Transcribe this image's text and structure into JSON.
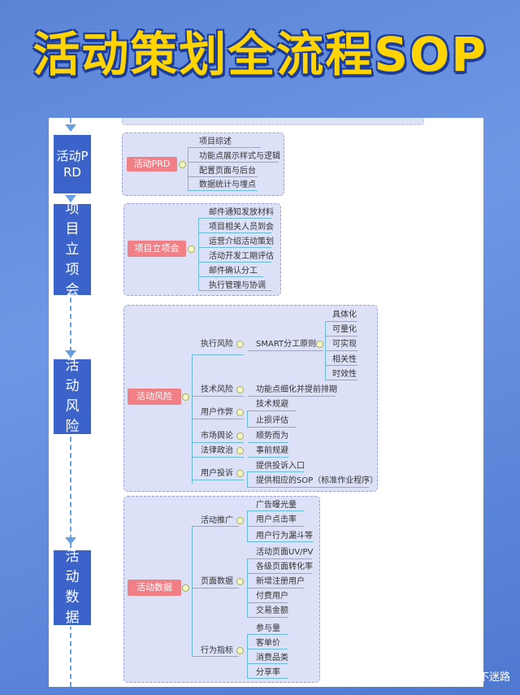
{
  "title": "活动策划全流程SOP",
  "watermark": "头条 @小路不迷路",
  "stages": [
    {
      "label": "活动PRD"
    },
    {
      "label": "项目立项会"
    },
    {
      "label": "活动风险"
    },
    {
      "label": "活动数据"
    }
  ],
  "prd": {
    "root": "活动PRD",
    "items": [
      "项目综述",
      "功能点展示样式与逻辑",
      "配置页面与后台",
      "数据统计与埋点"
    ]
  },
  "kickoff": {
    "root": "项目立项会",
    "items": [
      "邮件通知发放材料",
      "项目相关人员到会",
      "运营介绍活动策划",
      "活动开发工期评估",
      "邮件确认分工",
      "执行管理与协调"
    ]
  },
  "risk": {
    "root": "活动风险",
    "exec": "执行风险",
    "smart": "SMART分工原则",
    "smart_items": [
      "具体化",
      "可量化",
      "可实现",
      "相关性",
      "时效性"
    ],
    "tech": "技术风险",
    "tech_item": "功能点细化并提前排期",
    "cheat": "用户作弊",
    "cheat_items": [
      "技术规避",
      "止损评估"
    ],
    "market": "市场舆论",
    "market_item": "顺势而为",
    "law": "法律政治",
    "law_item": "事前规避",
    "complaint": "用户投诉",
    "complaint_items": [
      "提供投诉入口",
      "提供相应的SOP（标准作业程序）"
    ]
  },
  "data": {
    "root": "活动数据",
    "promo": "活动推广",
    "promo_items": [
      "广告曝光量",
      "用户点击率",
      "用户行为漏斗等"
    ],
    "page": "页面数据",
    "page_items": [
      "活动页面UV/PV",
      "各级页面转化率",
      "新增注册用户",
      "付费用户",
      "交易金额"
    ],
    "behavior": "行为指标",
    "behavior_items": [
      "参与量",
      "客单价",
      "消费品类",
      "分享率"
    ]
  }
}
